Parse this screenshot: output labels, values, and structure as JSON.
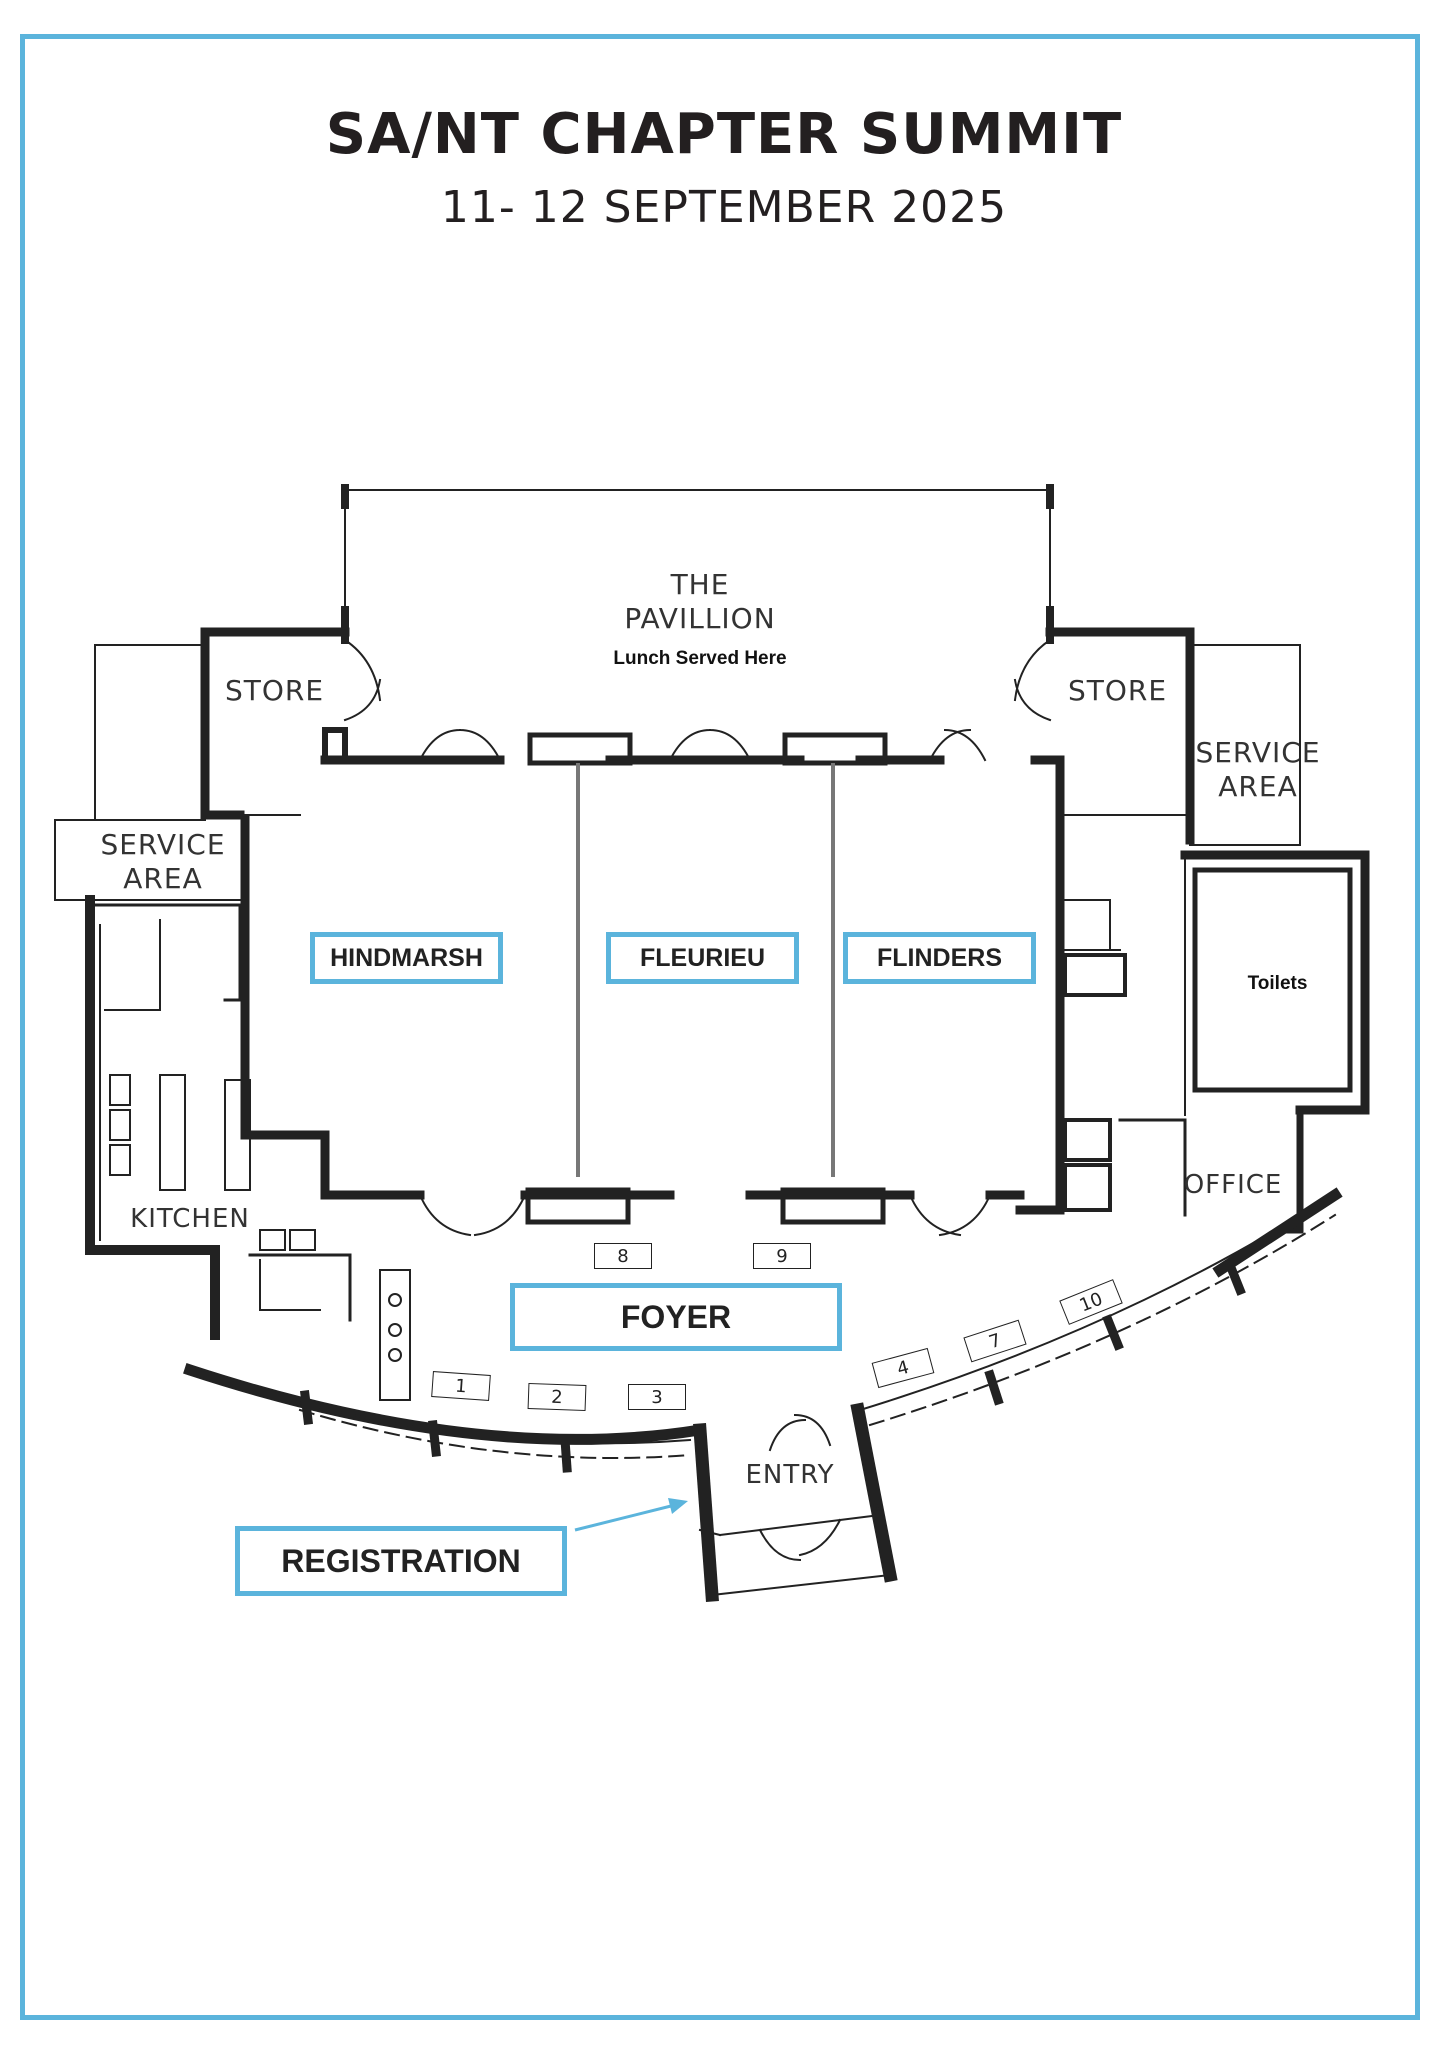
{
  "header": {
    "title": "SA/NT CHAPTER SUMMIT",
    "subtitle": "11- 12 SEPTEMBER 2025"
  },
  "plan_labels": {
    "pavilion": "THE\nPAVILLION",
    "pavilion_note": "Lunch Served Here",
    "store_left": "STORE",
    "store_right": "STORE",
    "service_left": "SERVICE\nAREA",
    "service_right": "SERVICE\nAREA",
    "kitchen": "KITCHEN",
    "office": "OFFICE",
    "entry": "ENTRY",
    "toilets": "Toilets"
  },
  "rooms": {
    "hindmarsh": "HINDMARSH",
    "fleurieu": "FLEURIEU",
    "flinders": "FLINDERS",
    "foyer": "FOYER",
    "registration": "REGISTRATION"
  },
  "stands": [
    "1",
    "2",
    "3",
    "4",
    "7",
    "10",
    "8",
    "9"
  ],
  "colors": {
    "frame": "#5bb4dc",
    "wall": "#111111",
    "arrow": "#5bb4dc"
  }
}
